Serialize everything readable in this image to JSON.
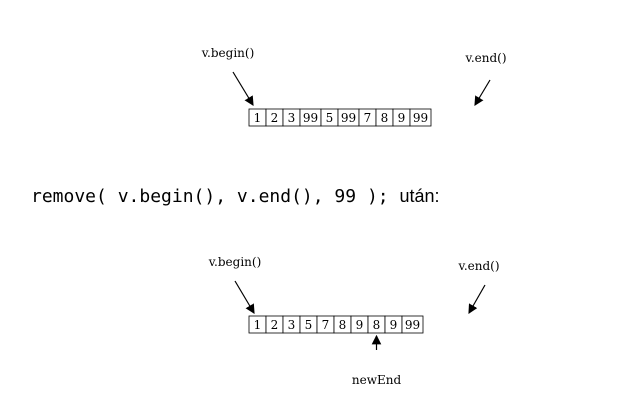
{
  "diagram_top": {
    "begin_label": "v.begin()",
    "end_label": "v.end()",
    "cells": [
      "1",
      "2",
      "3",
      "99",
      "5",
      "99",
      "7",
      "8",
      "9",
      "99"
    ]
  },
  "caption": {
    "code": "remove( v.begin(), v.end(), 99 );",
    "word": "után:"
  },
  "diagram_bottom": {
    "begin_label": "v.begin()",
    "end_label": "v.end()",
    "cells": [
      "1",
      "2",
      "3",
      "5",
      "7",
      "8",
      "9",
      "8",
      "9",
      "99"
    ],
    "new_end_label": "newEnd",
    "new_end_index": 7
  }
}
